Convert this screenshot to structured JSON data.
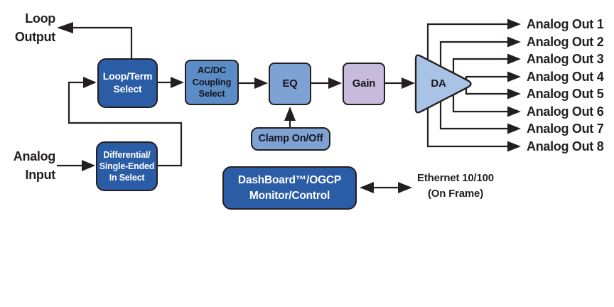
{
  "labels": {
    "loop_output": "Loop\nOutput",
    "analog_input": "Analog\nInput",
    "ethernet": "Ethernet 10/100\n(On Frame)"
  },
  "blocks": {
    "loop_term": "Loop/Term\nSelect",
    "acdc_coupling": "AC/DC\nCoupling\nSelect",
    "eq": "EQ",
    "clamp": "Clamp On/Off",
    "gain": "Gain",
    "da": "DA",
    "differential": "Differential/\nSingle-Ended\nIn Select",
    "dashboard": "DashBoard™/OGCP\nMonitor/Control"
  },
  "outputs": {
    "labels": [
      "Analog Out 1",
      "Analog Out 2",
      "Analog Out 3",
      "Analog Out 4",
      "Analog Out 5",
      "Analog Out 6",
      "Analog Out 7",
      "Analog Out 8"
    ]
  },
  "colors": {
    "dark_blue": "#2B5CA6",
    "medium_blue": "#5C8CC6",
    "light_blue": "#7FA2D4",
    "lavender": "#C7BBDB",
    "triangle_blue": "#A8C3E5",
    "line_black": "#231F20",
    "background": "#FFFFFF"
  }
}
